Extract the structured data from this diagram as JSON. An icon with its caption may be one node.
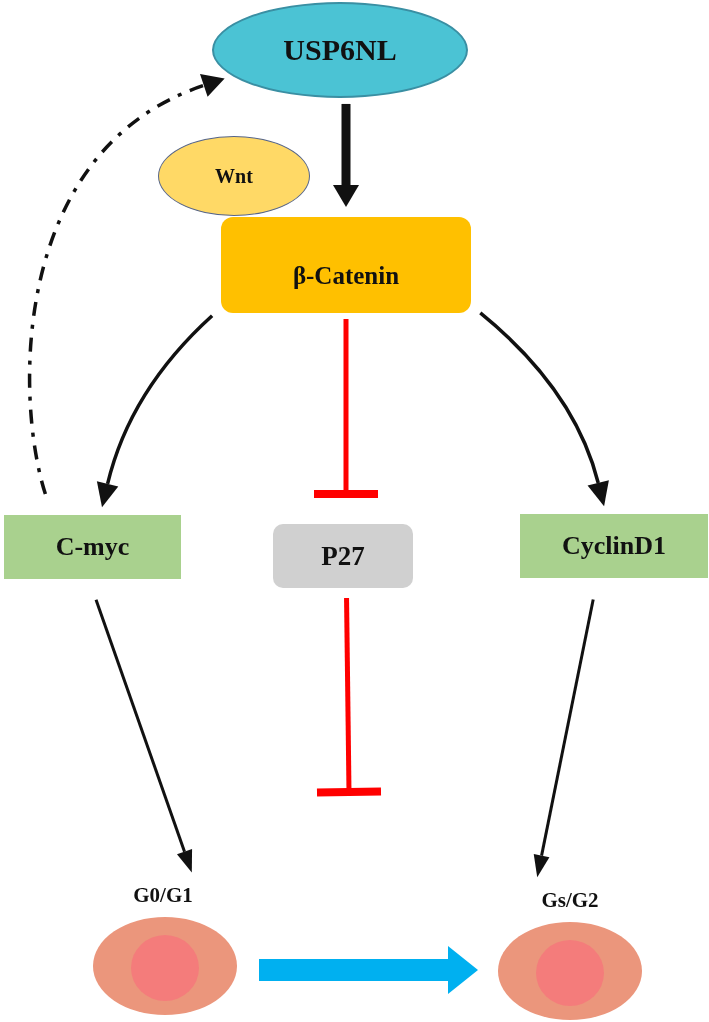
{
  "diagram": {
    "nodes": [
      {
        "text": [
          "USP6NL"
        ]
      },
      {
        "text": [
          "Wnt"
        ]
      },
      {
        "text": [
          "β-Catenin"
        ]
      },
      {
        "text": [
          "C-myc"
        ]
      },
      {
        "text": [
          "P27"
        ]
      },
      {
        "text": [
          "CyclinD1"
        ]
      },
      {
        "text": [
          "G0/G1"
        ]
      },
      {
        "text": [
          "Gs/G2"
        ]
      }
    ],
    "edges": [
      {
        "from": 0,
        "to": 2,
        "arrow": "to",
        "style": "thick"
      },
      {
        "from": 2,
        "to": 3,
        "arrow": "to"
      },
      {
        "from": 2,
        "to": 4,
        "arrow": "other",
        "color": "#ff0000"
      },
      {
        "from": 2,
        "to": 5,
        "arrow": "to"
      },
      {
        "from": 3,
        "to": 0,
        "arrow": "to",
        "style": "dashed"
      },
      {
        "from": 3,
        "to": 6,
        "arrow": "to"
      },
      {
        "from": 4,
        "to": null,
        "arrow": "other",
        "color": "#ff0000"
      },
      {
        "from": 5,
        "to": 7,
        "arrow": "to"
      },
      {
        "from": 6,
        "to": 7,
        "arrow": "to",
        "style": "thick",
        "color": "#00b0f0"
      }
    ]
  }
}
